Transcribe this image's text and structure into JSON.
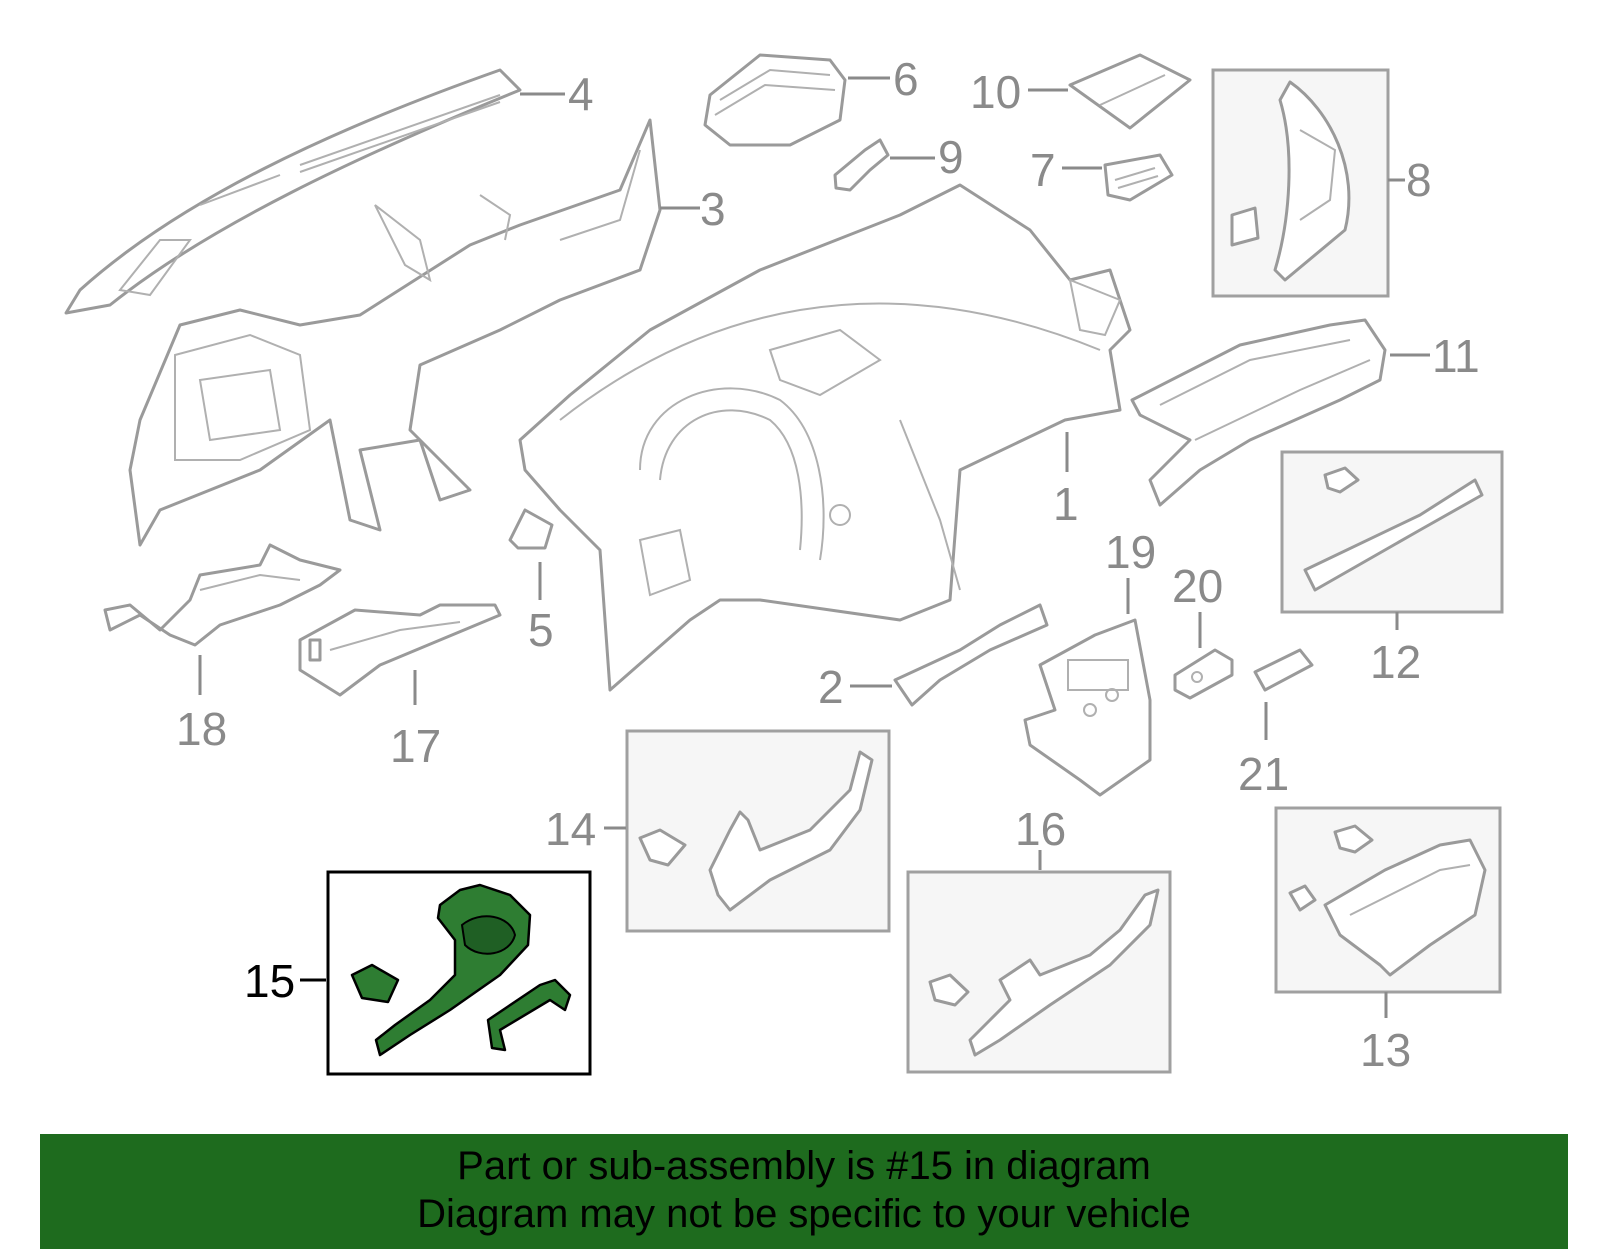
{
  "diagram": {
    "highlighted_part": "15",
    "callouts": [
      "1",
      "2",
      "3",
      "4",
      "5",
      "6",
      "7",
      "8",
      "9",
      "10",
      "11",
      "12",
      "13",
      "14",
      "15",
      "16",
      "17",
      "18",
      "19",
      "20",
      "21"
    ]
  },
  "banner": {
    "line1": "Part or sub-assembly is #15 in diagram",
    "line2": "Diagram may not be specific to your vehicle",
    "background_color": "#1e6b1e"
  },
  "colors": {
    "part_outline": "#9a9a9a",
    "highlight_fill": "#2e7d32"
  }
}
